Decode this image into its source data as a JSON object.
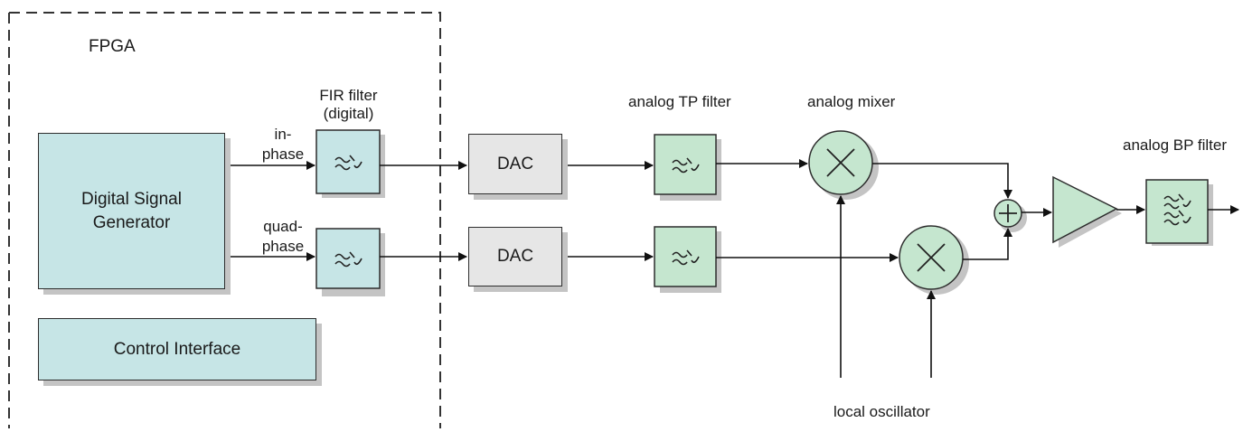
{
  "fpga_label": "FPGA",
  "blocks": {
    "digital_signal_generator": {
      "line1": "Digital Signal",
      "line2": "Generator"
    },
    "control_interface": "Control Interface",
    "dac_top": "DAC",
    "dac_bottom": "DAC"
  },
  "labels": {
    "fir_filter_line1": "FIR filter",
    "fir_filter_line2": "(digital)",
    "in_phase_line1": "in-",
    "in_phase_line2": "phase",
    "quad_phase_line1": "quad-",
    "quad_phase_line2": "phase",
    "analog_tp_filter": "analog TP filter",
    "analog_mixer": "analog mixer",
    "analog_bp_filter": "analog BP filter",
    "local_oscillator": "local oscillator"
  },
  "colors": {
    "fpga_blocks": "#c6e5e6",
    "dac_blocks": "#e6e6e6",
    "analog_blocks": "#c5e6cf",
    "shadow": "#c4c4c4",
    "lines": "#111111"
  }
}
